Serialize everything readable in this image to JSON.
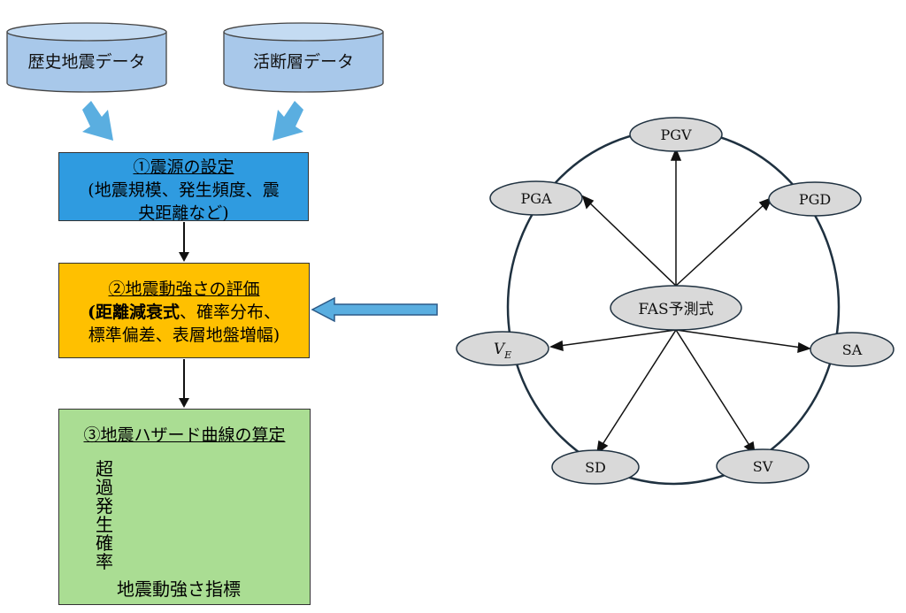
{
  "sources": [
    {
      "label": "歴史地震データ"
    },
    {
      "label": "活断層データ"
    }
  ],
  "steps": [
    {
      "title": "①震源の設定",
      "lines": [
        "(地震規模、発生頻度、震",
        "央距離など)"
      ]
    },
    {
      "title": "②地震動強さの評価",
      "line1_bold": "(距離減衰式",
      "line1_rest": "、確率分布、",
      "line2": "標準偏差、表層地盤増幅)"
    },
    {
      "title": "③地震ハザード曲線の算定",
      "y_label_chars": [
        "超",
        "過",
        "発",
        "生",
        "確",
        "率"
      ],
      "x_label": "地震動強さ指標"
    }
  ],
  "graph": {
    "center": "FAS予測式",
    "nodes": [
      {
        "id": "pgv",
        "label": "PGV"
      },
      {
        "id": "pgd",
        "label": "PGD"
      },
      {
        "id": "sa",
        "label": "SA"
      },
      {
        "id": "sv",
        "label": "SV"
      },
      {
        "id": "sd",
        "label": "SD"
      },
      {
        "id": "ve",
        "label": "V",
        "sub": "E"
      },
      {
        "id": "pga",
        "label": "PGA"
      }
    ]
  },
  "colors": {
    "cylinder": "#a8c8ea",
    "down_arrow": "#5aaee0",
    "step1": "#2f9be0",
    "step2": "#ffc000",
    "step3": "#aadd93",
    "node_fill": "#d9d9d9",
    "ring": "#1f3140"
  }
}
